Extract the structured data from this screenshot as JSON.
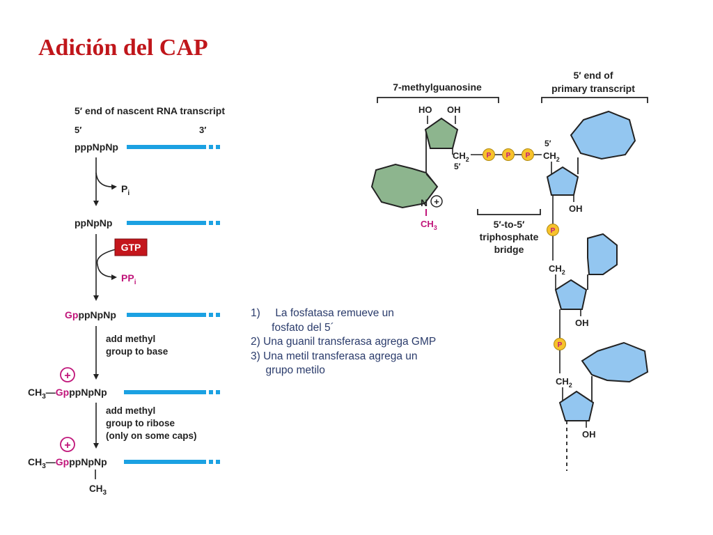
{
  "title": "Adición del CAP",
  "left_diagram": {
    "header": "5′ end of nascent RNA transcript",
    "label_5prime": "5′",
    "label_3prime": "3′",
    "strand1": "pppNpNp",
    "pi_label": "P",
    "pi_sub": "i",
    "strand2": "ppNpNp",
    "gtp": "GTP",
    "ppi_label": "PP",
    "ppi_sub": "i",
    "strand3_gp": "Gp",
    "strand3_rest": "ppNpNp",
    "step_methyl_base_1": "add methyl",
    "step_methyl_base_2": "group to base",
    "plus": "+",
    "ch3": "CH",
    "ch3_sub": "3",
    "dash": "—",
    "strand4_gp": "Gp",
    "strand4_rest": "ppNpNp",
    "step_methyl_ribose_1": "add methyl",
    "step_methyl_ribose_2": "group to ribose",
    "step_methyl_ribose_3": "(only on some caps)",
    "strand5_gp": "Gp",
    "strand5_rest": "ppNpNp",
    "ch3_bottom": "CH",
    "ch3_bottom_sub": "3"
  },
  "steps": [
    "1)     La fosfatasa remueve un",
    "       fosfato del 5´",
    "2) Una guanil transferasa agrega GMP",
    "3) Una metil transferasa agrega un",
    "     grupo metilo"
  ],
  "right_diagram": {
    "bracket_methylguanosine": "7-methylguanosine",
    "bracket_primary_1": "5′ end of",
    "bracket_primary_2": "primary transcript",
    "ho": "HO",
    "oh_top": "OH",
    "ch2_left": "CH",
    "ch2_left_sub": "2",
    "five_prime_left": "5′",
    "p": "P",
    "five_prime_right": "5′",
    "ch2_right": "CH",
    "ch2_right_sub": "2",
    "n": "N",
    "plus": "+",
    "ch3": "CH",
    "ch3_sub": "3",
    "oh_1": "OH",
    "bridge_1": "5′-to-5′",
    "bridge_2": "triphosphate",
    "bridge_3": "bridge",
    "ch2_2": "CH",
    "ch2_2_sub": "2",
    "oh_2": "OH",
    "ch2_3": "CH",
    "ch2_3_sub": "2",
    "oh_3": "OH"
  },
  "colors": {
    "title": "#c0161b",
    "strand_blue": "#1ba1e2",
    "magenta": "#c0157a",
    "gtp_red": "#c4161c",
    "green_ring": "#8db58e",
    "blue_ring": "#93c6f0",
    "phosphate": "#f7c22b",
    "steps_text": "#2a3b6b"
  }
}
